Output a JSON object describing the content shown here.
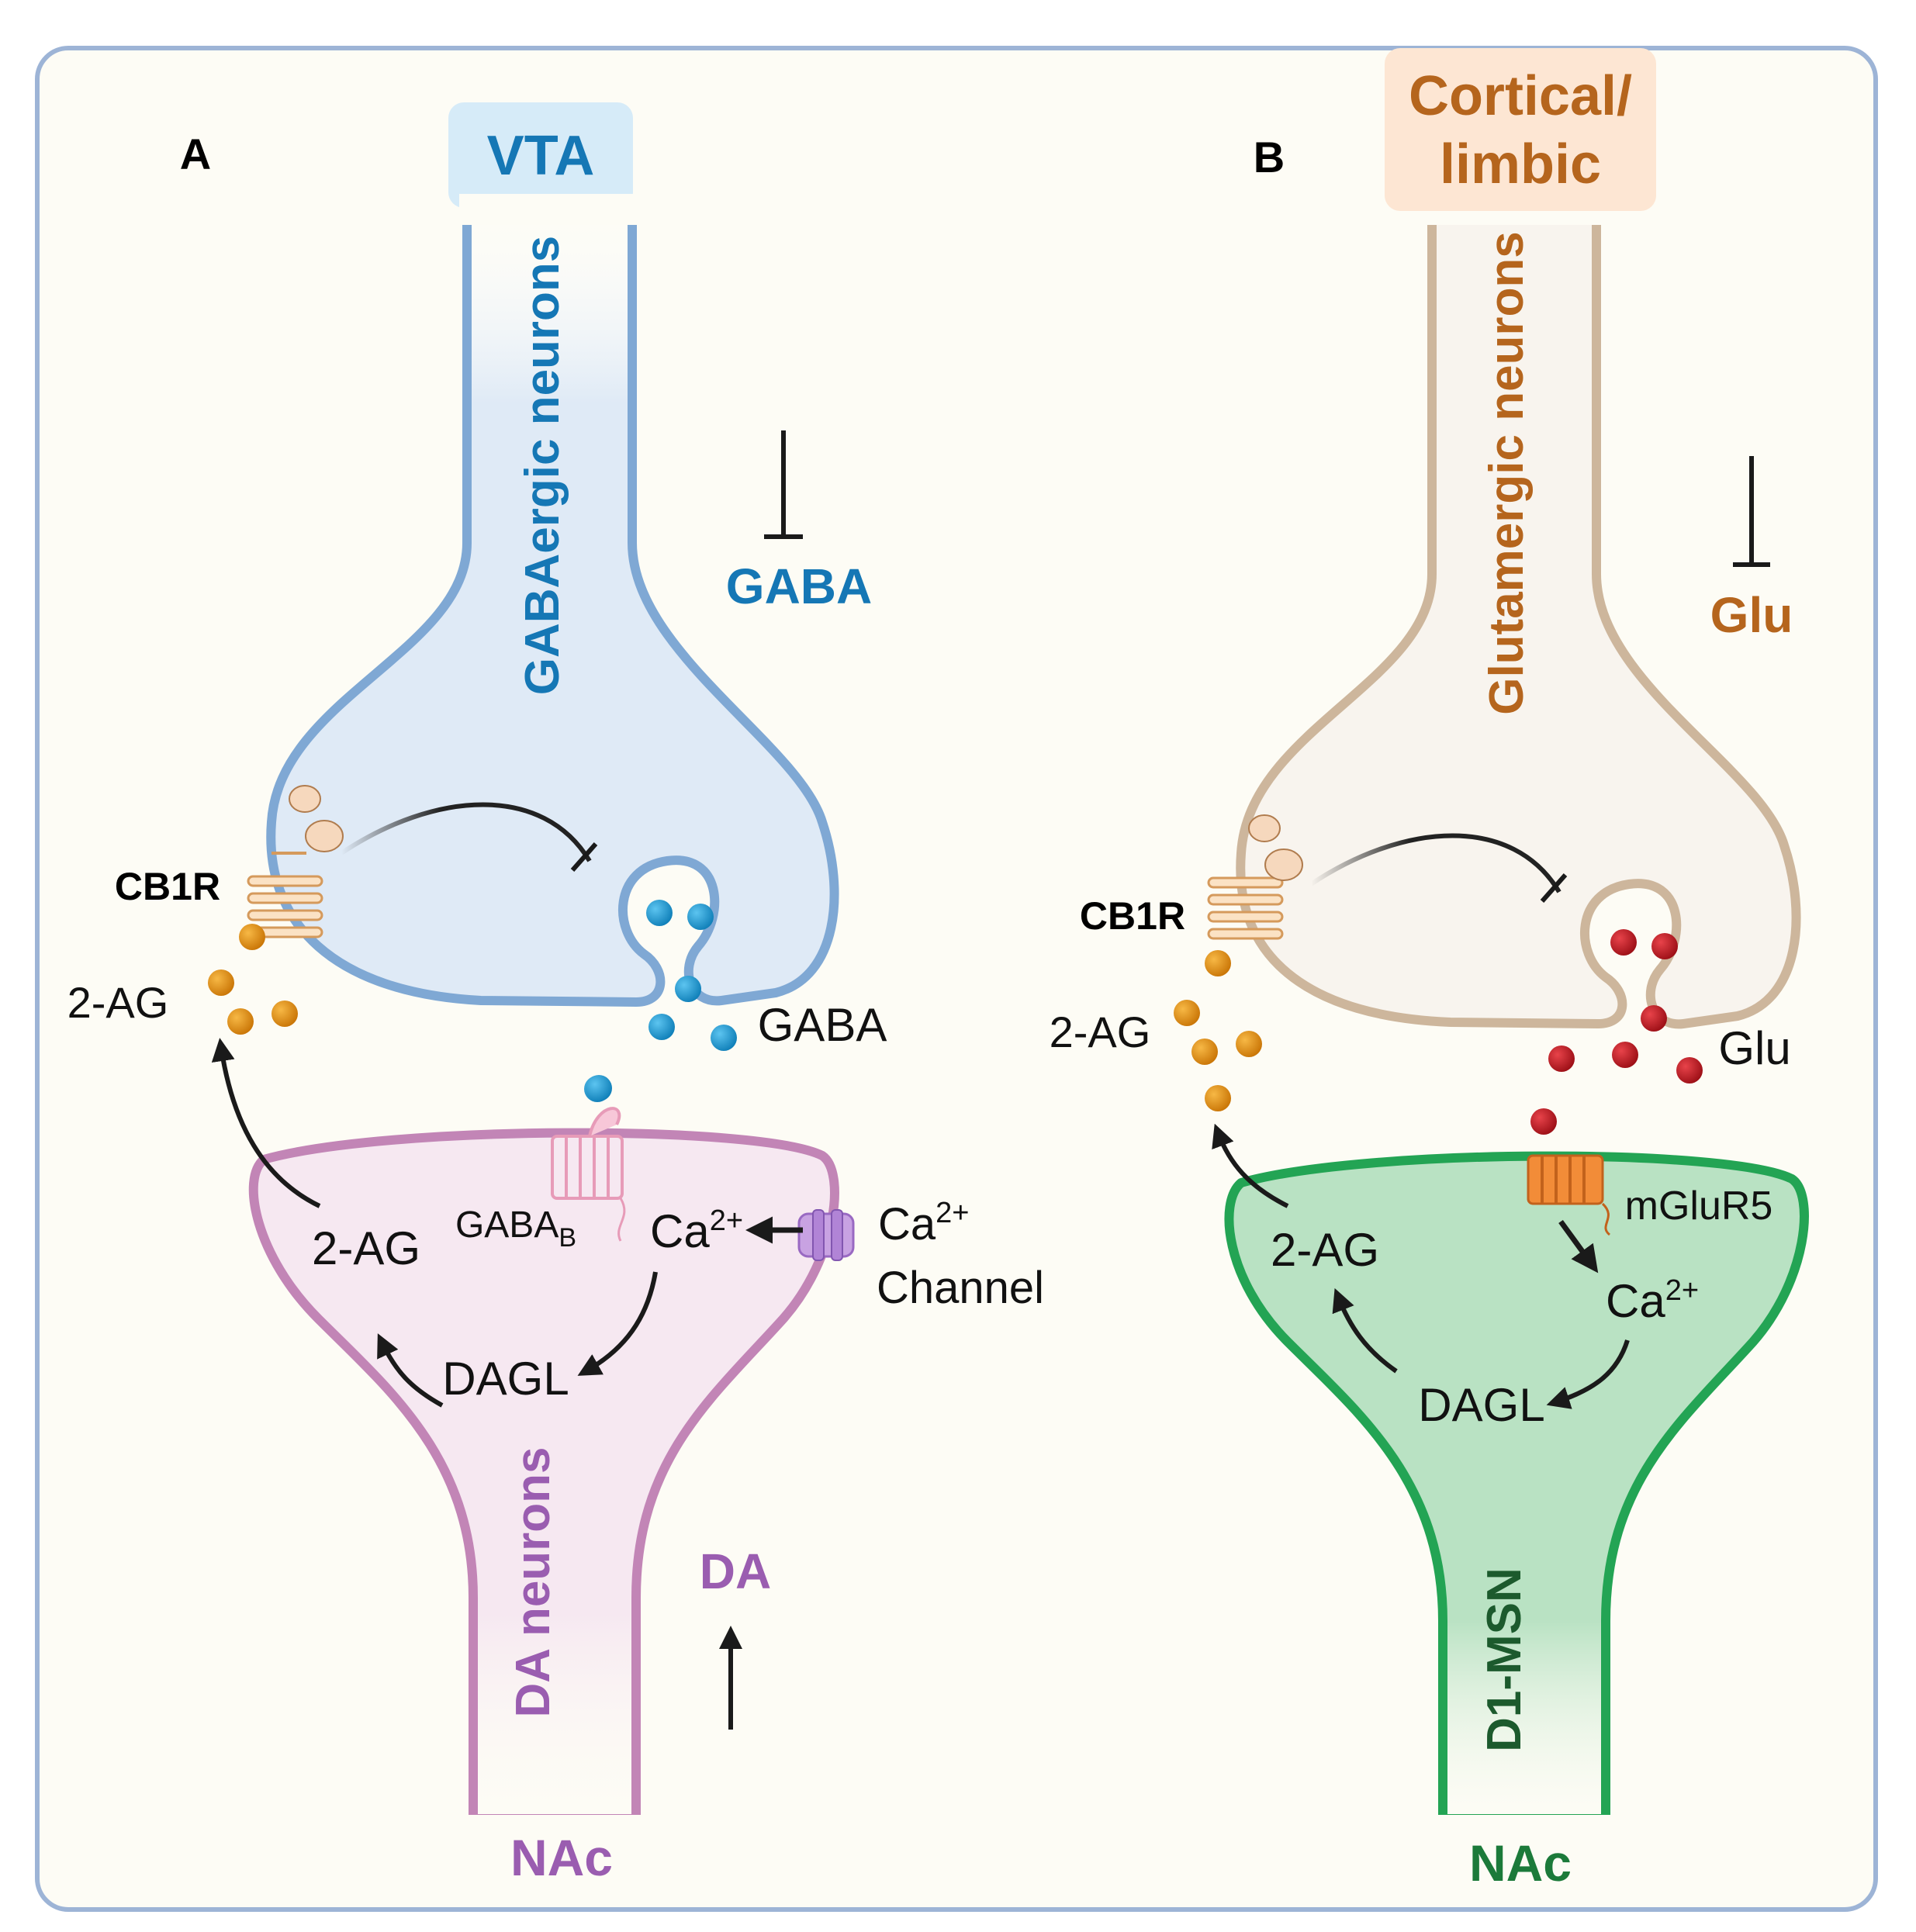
{
  "panel_a": {
    "letter": "A",
    "source_region": "VTA",
    "presynaptic_neuron": "GABAergic neurons",
    "transmitter_label": "GABA",
    "receptor_label": "CB1R",
    "endocannabinoid_label": "2-AG",
    "cleft_transmitter_label": "GABA",
    "post_receptor_main": "GABA",
    "post_receptor_sub": "B",
    "ca_main": "Ca",
    "ca_sup": "2+",
    "channel_ca_main": "Ca",
    "channel_ca_sup": "2+",
    "channel_label": "Channel",
    "enzyme_label": "DAGL",
    "post_2ag_label": "2-AG",
    "postsynaptic_neuron": "DA neurons",
    "output_label": "DA",
    "target_region": "NAc"
  },
  "panel_b": {
    "letter": "B",
    "source_region_line1": "Cortical/",
    "source_region_line2": "limbic",
    "presynaptic_neuron": "Glutamergic neurons",
    "transmitter_label": "Glu",
    "receptor_label": "CB1R",
    "endocannabinoid_label": "2-AG",
    "cleft_transmitter_label": "Glu",
    "post_receptor_label": "mGluR5",
    "ca_main": "Ca",
    "ca_sup": "2+",
    "enzyme_label": "DAGL",
    "post_2ag_label": "2-AG",
    "postsynaptic_neuron": "D1-MSN",
    "target_region": "NAc"
  },
  "colors": {
    "frame": "#9db4d6",
    "background": "#fdfcf5",
    "gaba_blue": "#1577b5",
    "gaba_fill": "#dfeaf6",
    "gaba_stroke": "#7fa8d4",
    "da_purple": "#9a5db0",
    "da_fill": "#f6e8f1",
    "da_stroke": "#c285b6",
    "glu_orange": "#b5651d",
    "glu_fill": "#f8f4ee",
    "glu_stroke": "#cdb69c",
    "msn_green": "#1c7a3a",
    "msn_fill": "#b9e2c3",
    "msn_stroke": "#23a454",
    "vesicle_blue": "#1b9ad6",
    "vesicle_red": "#c0161f",
    "ag_orange": "#e8920f"
  }
}
